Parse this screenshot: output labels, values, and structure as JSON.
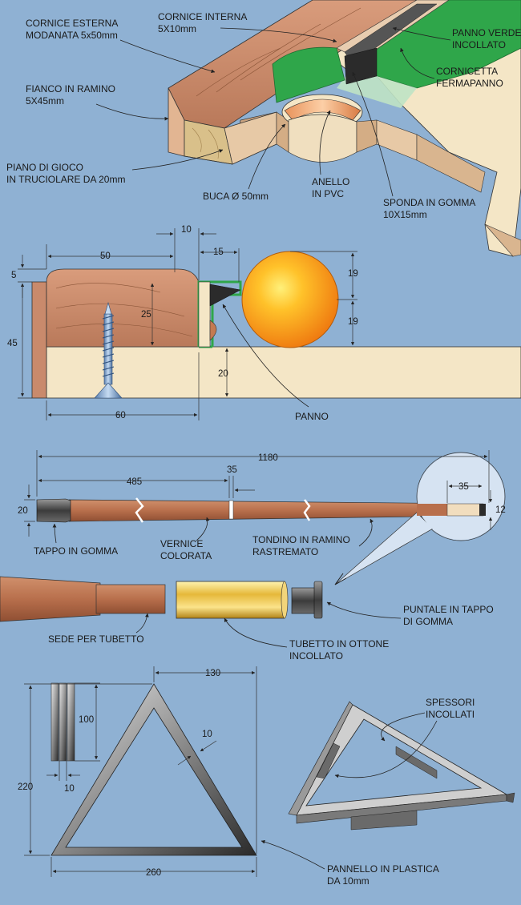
{
  "sections": {
    "table_edge": {
      "labels": {
        "cornice_esterna": [
          "CORNICE ESTERNA",
          "MODANATA 5x50mm"
        ],
        "cornice_interna": [
          "CORNICE INTERNA",
          "5X10mm"
        ],
        "panno_verde": [
          "PANNO VERDE",
          "INCOLLATO"
        ],
        "cornicetta": [
          "CORNICETTA",
          "FERMAPANNO"
        ],
        "fianco": [
          "FIANCO IN RAMINO",
          "5X45mm"
        ],
        "piano": [
          "PIANO DI GIOCO",
          "IN TRUCIOLARE DA 20mm"
        ],
        "buca": [
          "BUCA Ø 50mm"
        ],
        "anello": [
          "ANELLO",
          "IN PVC"
        ],
        "sponda": [
          "SPONDA IN GOMMA",
          "10X15mm"
        ]
      }
    },
    "cross_section": {
      "dims": {
        "d10": "10",
        "d50": "50",
        "d15": "15",
        "d5": "5",
        "d25": "25",
        "d45": "45",
        "d19a": "19",
        "d19b": "19",
        "d20": "20",
        "d60": "60"
      },
      "labels": {
        "panno": "PANNO"
      }
    },
    "cue": {
      "dims": {
        "d1180": "1180",
        "d485": "485",
        "d35": "35",
        "d35b": "35",
        "d20": "20",
        "d12": "12"
      },
      "labels": {
        "tappo": "TAPPO IN GOMMA",
        "vernice": [
          "VERNICE",
          "COLORATA"
        ],
        "tondino": [
          "TONDINO IN RAMINO",
          "RASTREMATO"
        ],
        "puntale": [
          "PUNTALE IN TAPPO",
          "DI GOMMA"
        ],
        "sede": "SEDE PER TUBETTO",
        "tubetto": [
          "TUBETTO IN OTTONE",
          "INCOLLATO"
        ]
      }
    },
    "triangle": {
      "dims": {
        "d130": "130",
        "d100": "100",
        "d10a": "10",
        "d10b": "10",
        "d220": "220",
        "d260": "260"
      },
      "labels": {
        "spessori": [
          "SPESSORI",
          "INCOLLATI"
        ],
        "pannello": [
          "PANNELLO IN PLASTICA",
          "DA 10mm"
        ]
      }
    }
  },
  "colors": {
    "background": "#8fb1d3",
    "wood": "#c98a6c",
    "cloth_green": "#2fa64a",
    "ball_orange": "#f7a21b",
    "cream": "#f4e6c6"
  }
}
